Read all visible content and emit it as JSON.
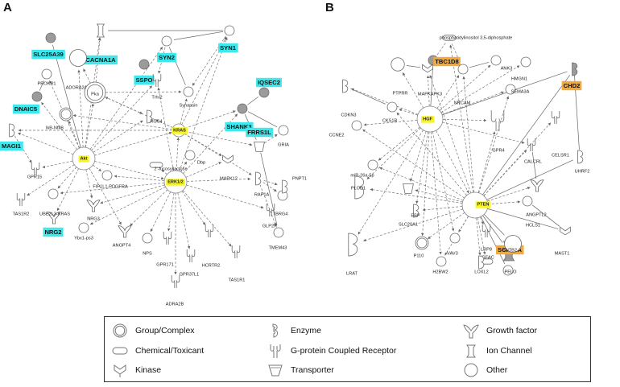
{
  "panels": [
    {
      "letter": "A",
      "nodes": [
        {
          "id": "CACNA1A",
          "shape": "channel",
          "style": "cyan"
        },
        {
          "id": "SLC25A39",
          "shape": "other_gray",
          "style": "cyan"
        },
        {
          "id": "SSPO",
          "shape": "other_gray",
          "style": "cyan"
        },
        {
          "id": "SYN2",
          "shape": "other",
          "style": "cyan"
        },
        {
          "id": "SYN1",
          "shape": "other",
          "style": "cyan"
        },
        {
          "id": "IQSEC2",
          "shape": "other_gray",
          "style": "cyan"
        },
        {
          "id": "DNAIC5",
          "shape": "other_gray",
          "style": "cyan"
        },
        {
          "id": "SHANK3",
          "shape": "other_gray",
          "style": "cyan"
        },
        {
          "id": "MAGI1",
          "shape": "enzyme",
          "style": "cyan"
        },
        {
          "id": "FRRS1L",
          "shape": "transporter",
          "style": "cyan"
        },
        {
          "id": "NRG2",
          "shape": "growth",
          "style": "cyan"
        },
        {
          "id": "Akt",
          "shape": "group",
          "style": "yellow"
        },
        {
          "id": "KRAS",
          "shape": "enzyme",
          "style": "yellow"
        },
        {
          "id": "ERK1/2",
          "shape": "group",
          "style": "yellow"
        },
        {
          "id": "PROKR1",
          "shape": "other",
          "style": "plain"
        },
        {
          "id": "ADORA2A",
          "shape": "other",
          "style": "plain"
        },
        {
          "id": "Trhr2",
          "shape": "gpcr",
          "style": "plain"
        },
        {
          "id": "Pka",
          "shape": "group",
          "style": "plain"
        },
        {
          "id": "Synapsin",
          "shape": "other",
          "style": "plain"
        },
        {
          "id": "RGS4",
          "shape": "enzyme",
          "style": "plain"
        },
        {
          "id": "IkB-NfkB",
          "shape": "group",
          "style": "plain"
        },
        {
          "id": "GRIA",
          "shape": "other",
          "style": "plain"
        },
        {
          "id": "Dbp",
          "shape": "other",
          "style": "plain"
        },
        {
          "id": "2'-fucosyllactose",
          "shape": "chemical",
          "style": "plain"
        },
        {
          "id": "MAPK12",
          "shape": "kinase",
          "style": "plain"
        },
        {
          "id": "GPR15",
          "shape": "gpcr",
          "style": "plain"
        },
        {
          "id": "FIP1L1-PDGFRA",
          "shape": "other",
          "style": "plain"
        },
        {
          "id": "TAS1R2",
          "shape": "gpcr",
          "style": "plain"
        },
        {
          "id": "UBE2L3-KRAS",
          "shape": "other",
          "style": "plain"
        },
        {
          "id": "NRG3",
          "shape": "growth",
          "style": "plain"
        },
        {
          "id": "Ybx1-ps3",
          "shape": "other",
          "style": "plain"
        },
        {
          "id": "ANGPT4",
          "shape": "growth",
          "style": "plain"
        },
        {
          "id": "NPS",
          "shape": "other",
          "style": "plain"
        },
        {
          "id": "GPR171",
          "shape": "gpcr",
          "style": "plain"
        },
        {
          "id": "GPR37L1",
          "shape": "gpcr",
          "style": "plain"
        },
        {
          "id": "ADRA2B",
          "shape": "gpcr",
          "style": "plain"
        },
        {
          "id": "HCRTR2",
          "shape": "gpcr",
          "style": "plain"
        },
        {
          "id": "TAS1R1",
          "shape": "gpcr",
          "style": "plain"
        },
        {
          "id": "GLP2R",
          "shape": "gpcr",
          "style": "plain"
        },
        {
          "id": "RAP1A",
          "shape": "enzyme",
          "style": "plain"
        },
        {
          "id": "TBRG4",
          "shape": "other",
          "style": "plain"
        },
        {
          "id": "PNPT1",
          "shape": "enzyme",
          "style": "plain"
        },
        {
          "id": "TMEM43",
          "shape": "other",
          "style": "plain"
        }
      ]
    },
    {
      "letter": "B",
      "nodes": [
        {
          "id": "phosphatidylinositol 3,5-diphosphate",
          "shape": "chemical",
          "style": "plain"
        },
        {
          "id": "TBC1D8",
          "shape": "other_gray",
          "style": "orange"
        },
        {
          "id": "CHD2",
          "shape": "enzyme_gray",
          "style": "orange"
        },
        {
          "id": "SCN10A",
          "shape": "channel_gray",
          "style": "orange"
        },
        {
          "id": "HGF",
          "shape": "growth",
          "style": "yellow"
        },
        {
          "id": "PTEN",
          "shape": "enzyme",
          "style": "yellow"
        },
        {
          "id": "PTPRR",
          "shape": "other",
          "style": "plain"
        },
        {
          "id": "MAPKAPK3",
          "shape": "kinase",
          "style": "plain"
        },
        {
          "id": "NRCAM",
          "shape": "other",
          "style": "plain"
        },
        {
          "id": "ANK3",
          "shape": "other",
          "style": "plain"
        },
        {
          "id": "HMGN1",
          "shape": "other",
          "style": "plain"
        },
        {
          "id": "CDKN3",
          "shape": "enzyme",
          "style": "plain"
        },
        {
          "id": "CKS1B",
          "shape": "other",
          "style": "plain"
        },
        {
          "id": "SEMA3A",
          "shape": "other",
          "style": "plain"
        },
        {
          "id": "CCNE2",
          "shape": "other",
          "style": "plain"
        },
        {
          "id": "GPR4",
          "shape": "gpcr",
          "style": "plain"
        },
        {
          "id": "CALCRL",
          "shape": "gpcr",
          "style": "plain"
        },
        {
          "id": "CELSR1",
          "shape": "gpcr",
          "style": "plain"
        },
        {
          "id": "UHRF2",
          "shape": "enzyme",
          "style": "plain"
        },
        {
          "id": "miR-26a-5p",
          "shape": "other",
          "style": "plain"
        },
        {
          "id": "PLOD1",
          "shape": "enzyme",
          "style": "plain"
        },
        {
          "id": "ANGPTL2",
          "shape": "growth",
          "style": "plain"
        },
        {
          "id": "HCLS1",
          "shape": "other",
          "style": "plain"
        },
        {
          "id": "LRAT",
          "shape": "enzyme",
          "style": "plain"
        },
        {
          "id": "SLC20A1",
          "shape": "transporter",
          "style": "plain"
        },
        {
          "id": "EBP",
          "shape": "enzyme",
          "style": "plain"
        },
        {
          "id": "SNTB2",
          "shape": "other",
          "style": "plain"
        },
        {
          "id": "MAST1",
          "shape": "kinase",
          "style": "plain"
        },
        {
          "id": "P110",
          "shape": "group",
          "style": "plain"
        },
        {
          "id": "VAV3",
          "shape": "other",
          "style": "plain"
        },
        {
          "id": "HGFAC",
          "shape": "chemical",
          "style": "plain"
        },
        {
          "id": "LRP8",
          "shape": "gpcr",
          "style": "plain"
        },
        {
          "id": "H2BW2",
          "shape": "other",
          "style": "plain"
        },
        {
          "id": "LOXL2",
          "shape": "enzyme",
          "style": "plain"
        },
        {
          "id": "PELO",
          "shape": "other",
          "style": "plain"
        }
      ]
    }
  ],
  "legend": {
    "items": [
      {
        "shape": "group",
        "label": "Group/Complex"
      },
      {
        "shape": "chemical",
        "label": "Chemical/Toxicant"
      },
      {
        "shape": "kinase",
        "label": "Kinase"
      },
      {
        "shape": "enzyme",
        "label": "Enzyme"
      },
      {
        "shape": "gpcr",
        "label": "G-protein Coupled Receptor"
      },
      {
        "shape": "transporter",
        "label": "Transporter"
      },
      {
        "shape": "growth",
        "label": "Growth factor"
      },
      {
        "shape": "channel",
        "label": "Ion Channel"
      },
      {
        "shape": "other",
        "label": "Other"
      }
    ]
  },
  "colors": {
    "cyan": "#3ee8ec",
    "yellow": "#f7f52a",
    "orange": "#f4a93b",
    "gray": "#9b9b9b",
    "edge": "#666666"
  }
}
